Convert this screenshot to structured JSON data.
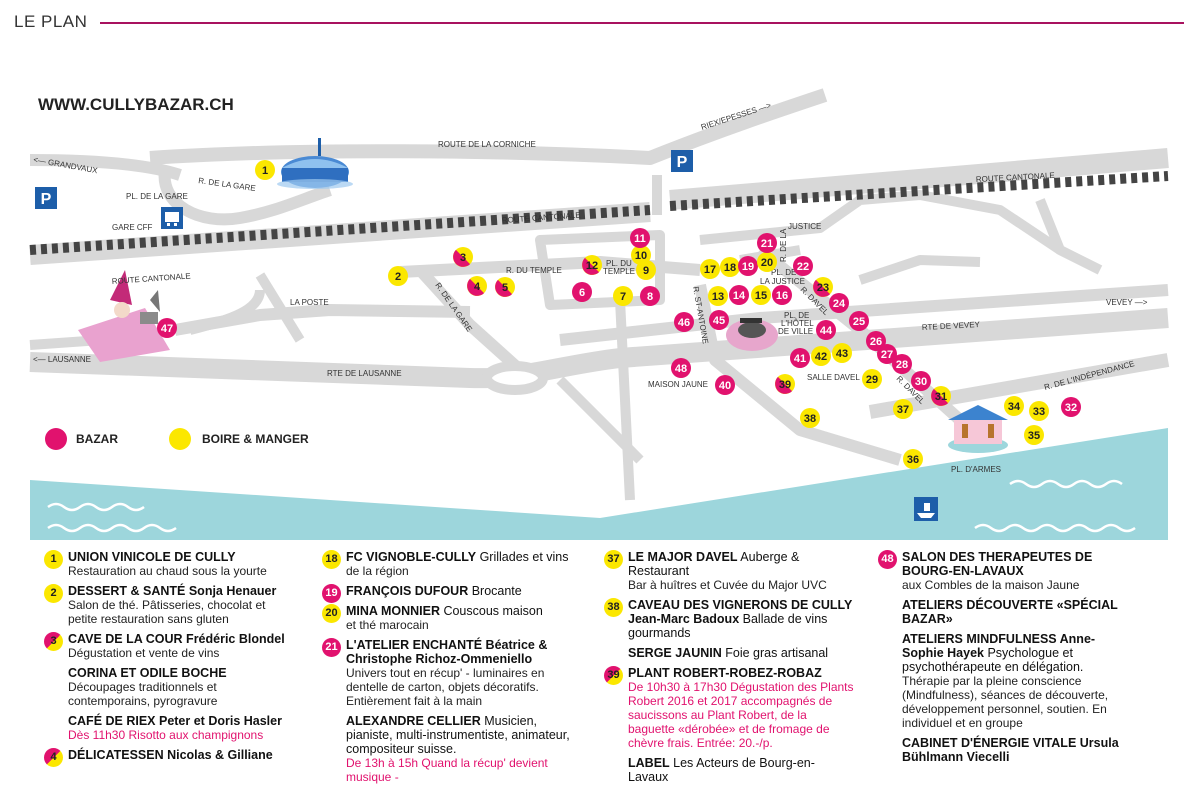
{
  "header": {
    "title": "LE PLAN"
  },
  "map": {
    "website": "WWW.CULLYBAZAR.CH",
    "streets": {
      "corniche": "ROUTE DE LA CORNICHE",
      "riex": "RIEX/EPESSES —>",
      "grandvaux": "<— GRANDVAUX",
      "r_gare": "R. DE LA GARE",
      "pl_gare": "PL. DE LA GARE",
      "gare_cff": "GARE CFF",
      "cantonale_mid": "ROUTE CANTONALE",
      "cantonale_right": "ROUTE CANTONALE",
      "cantonale_left": "ROUTE CANTONALE",
      "justice": "JUSTICE",
      "r_de_la": "R. DE LA",
      "r_temple": "R. DU TEMPLE",
      "pl_du": "PL. DU",
      "temple": "TEMPLE",
      "pl_de": "PL. DE",
      "la_justice": "LA JUSTICE",
      "r_davel": "R. DAVEL",
      "vevey": "VEVEY —>",
      "rte_vevey": "RTE DE VEVEY",
      "la_poste": "LA POSTE",
      "r_de_la_gare2": "R. DE LA GARE",
      "r_st_antoine": "R. ST-ANTOINE",
      "pl_de2": "PL. DE",
      "hotel": "L'HÔTEL",
      "de_ville": "DE VILLE",
      "lausanne": "<— LAUSANNE",
      "rte_lausanne": "RTE DE LAUSANNE",
      "maison_jaune": "MAISON JAUNE",
      "salle_davel": "SALLE DAVEL",
      "r_davel2": "R. DAVEL",
      "r_independance": "R. DE L'INDÉPENDANCE",
      "pl_armes": "PL. D'ARMES"
    },
    "legend": {
      "bazar": "BAZAR",
      "boire": "BOIRE & MANGER"
    },
    "colors": {
      "bazar": "#e1126e",
      "boire": "#fbe700",
      "lake": "#9dd6dc",
      "road": "#d9d9d9",
      "accent": "#a8125f"
    },
    "markers": [
      {
        "n": "1",
        "c": "y"
      },
      {
        "n": "2",
        "c": "y"
      },
      {
        "n": "3",
        "c": "s"
      },
      {
        "n": "4",
        "c": "s"
      },
      {
        "n": "5",
        "c": "s"
      },
      {
        "n": "6",
        "c": "m"
      },
      {
        "n": "7",
        "c": "y"
      },
      {
        "n": "8",
        "c": "m"
      },
      {
        "n": "9",
        "c": "y"
      },
      {
        "n": "10",
        "c": "y"
      },
      {
        "n": "11",
        "c": "m"
      },
      {
        "n": "12",
        "c": "s"
      },
      {
        "n": "13",
        "c": "y"
      },
      {
        "n": "14",
        "c": "m"
      },
      {
        "n": "15",
        "c": "y"
      },
      {
        "n": "16",
        "c": "m"
      },
      {
        "n": "17",
        "c": "y"
      },
      {
        "n": "18",
        "c": "y"
      },
      {
        "n": "19",
        "c": "m"
      },
      {
        "n": "20",
        "c": "y"
      },
      {
        "n": "21",
        "c": "m"
      },
      {
        "n": "22",
        "c": "m"
      },
      {
        "n": "23",
        "c": "s"
      },
      {
        "n": "24",
        "c": "m"
      },
      {
        "n": "25",
        "c": "m"
      },
      {
        "n": "26",
        "c": "m"
      },
      {
        "n": "27",
        "c": "m"
      },
      {
        "n": "28",
        "c": "m"
      },
      {
        "n": "29",
        "c": "y"
      },
      {
        "n": "30",
        "c": "m"
      },
      {
        "n": "31",
        "c": "s"
      },
      {
        "n": "32",
        "c": "m"
      },
      {
        "n": "33",
        "c": "y"
      },
      {
        "n": "34",
        "c": "y"
      },
      {
        "n": "35",
        "c": "y"
      },
      {
        "n": "36",
        "c": "y"
      },
      {
        "n": "37",
        "c": "y"
      },
      {
        "n": "38",
        "c": "y"
      },
      {
        "n": "39",
        "c": "s"
      },
      {
        "n": "40",
        "c": "m"
      },
      {
        "n": "41",
        "c": "m"
      },
      {
        "n": "42",
        "c": "y"
      },
      {
        "n": "43",
        "c": "y"
      },
      {
        "n": "44",
        "c": "m"
      },
      {
        "n": "45",
        "c": "m"
      },
      {
        "n": "46",
        "c": "m"
      },
      {
        "n": "47",
        "c": "m"
      },
      {
        "n": "48",
        "c": "m"
      }
    ]
  },
  "lists": {
    "col1": [
      {
        "n": "1",
        "c": "y",
        "name": "UNION VINICOLE DE CULLY",
        "rest": "",
        "desc": "Restauration au chaud sous la yourte",
        "dc": ""
      },
      {
        "n": "2",
        "c": "y",
        "name": "DESSERT & SANTÉ Sonja Henauer",
        "rest": "",
        "desc": "Salon de thé. Pâtisseries, chocolat et petite restauration sans gluten",
        "dc": ""
      },
      {
        "n": "3",
        "c": "s",
        "name": "CAVE DE LA COUR Frédéric Blondel",
        "rest": "",
        "desc": "Dégustation et vente de vins",
        "dc": ""
      },
      {
        "n": "",
        "c": "",
        "name": "CORINA ET ODILE BOCHE",
        "rest": "",
        "desc": "Découpages traditionnels et contemporains, pyrogravure",
        "dc": ""
      },
      {
        "n": "",
        "c": "",
        "name": "CAFÉ DE RIEX Peter et Doris Hasler",
        "rest": "",
        "desc": "Dès 11h30 Risotto aux champignons",
        "dc": "mag"
      },
      {
        "n": "4",
        "c": "s",
        "name": "DÉLICATESSEN Nicolas & Gilliane",
        "rest": "",
        "desc": "",
        "dc": ""
      }
    ],
    "col2": [
      {
        "n": "18",
        "c": "y",
        "name": "FC VIGNOBLE-CULLY",
        "rest": " Grillades et vins",
        "desc": "de la région",
        "dc": ""
      },
      {
        "n": "19",
        "c": "m",
        "name": "FRANÇOIS DUFOUR",
        "rest": " Brocante",
        "desc": "",
        "dc": ""
      },
      {
        "n": "20",
        "c": "y",
        "name": "MINA MONNIER",
        "rest": " Couscous maison",
        "desc": "et thé marocain",
        "dc": ""
      },
      {
        "n": "21",
        "c": "m",
        "name": "L'ATELIER ENCHANTÉ Béatrice & Christophe Richoz-Ommeniello",
        "rest": "",
        "desc": "Univers tout en récup' - luminaires en dentelle de carton, objets décoratifs. Entièrement fait à la main",
        "dc": ""
      },
      {
        "n": "",
        "c": "",
        "name": "ALEXANDRE CELLIER",
        "rest": " Musicien, pianiste, multi-instrumentiste, animateur, compositeur suisse.",
        "desc": "De 13h à 15h Quand la récup' devient musique -",
        "dc": "mag"
      }
    ],
    "col3": [
      {
        "n": "37",
        "c": "y",
        "name": "LE MAJOR DAVEL",
        "rest": " Auberge & Restaurant",
        "desc": "Bar à huîtres et Cuvée du Major UVC",
        "dc": ""
      },
      {
        "n": "38",
        "c": "y",
        "name": "CAVEAU DES VIGNERONS DE CULLY Jean-Marc Badoux",
        "rest": " Ballade de vins gourmands",
        "desc": "",
        "dc": ""
      },
      {
        "n": "",
        "c": "",
        "name": "SERGE JAUNIN",
        "rest": " Foie gras artisanal",
        "desc": "",
        "dc": ""
      },
      {
        "n": "39",
        "c": "s",
        "name": "PLANT ROBERT-ROBEZ-ROBAZ",
        "rest": "",
        "desc": "De 10h30 à 17h30 Dégustation des Plants Robert 2016 et 2017 accompagnés de saucissons au Plant Robert, de la baguette «dérobée» et de fromage de chèvre frais. Entrée: 20.-/p.",
        "dc": "mag"
      },
      {
        "n": "",
        "c": "",
        "name": "LABEL",
        "rest": " Les Acteurs de Bourg-en-Lavaux",
        "desc": "",
        "dc": ""
      }
    ],
    "col4": [
      {
        "n": "48",
        "c": "m",
        "name": "SALON DES THERAPEUTES DE BOURG-EN-LAVAUX",
        "rest": "",
        "desc": "aux Combles de la maison Jaune",
        "dc": ""
      },
      {
        "n": "",
        "c": "",
        "name": "ATELIERS DÉCOUVERTE «SPÉCIAL BAZAR»",
        "rest": "",
        "desc": "",
        "dc": ""
      },
      {
        "n": "",
        "c": "",
        "name": "ATELIERS MINDFULNESS Anne-Sophie Hayek",
        "rest": " Psychologue et psychothérapeute en délégation.",
        "desc": "Thérapie par la pleine conscience (Mindfulness), séances de découverte, développement personnel, soutien. En individuel et en groupe",
        "dc": ""
      },
      {
        "n": "",
        "c": "",
        "name": "CABINET D'ÉNERGIE VITALE Ursula Bühlmann Viecelli",
        "rest": "",
        "desc": "",
        "dc": ""
      }
    ]
  }
}
